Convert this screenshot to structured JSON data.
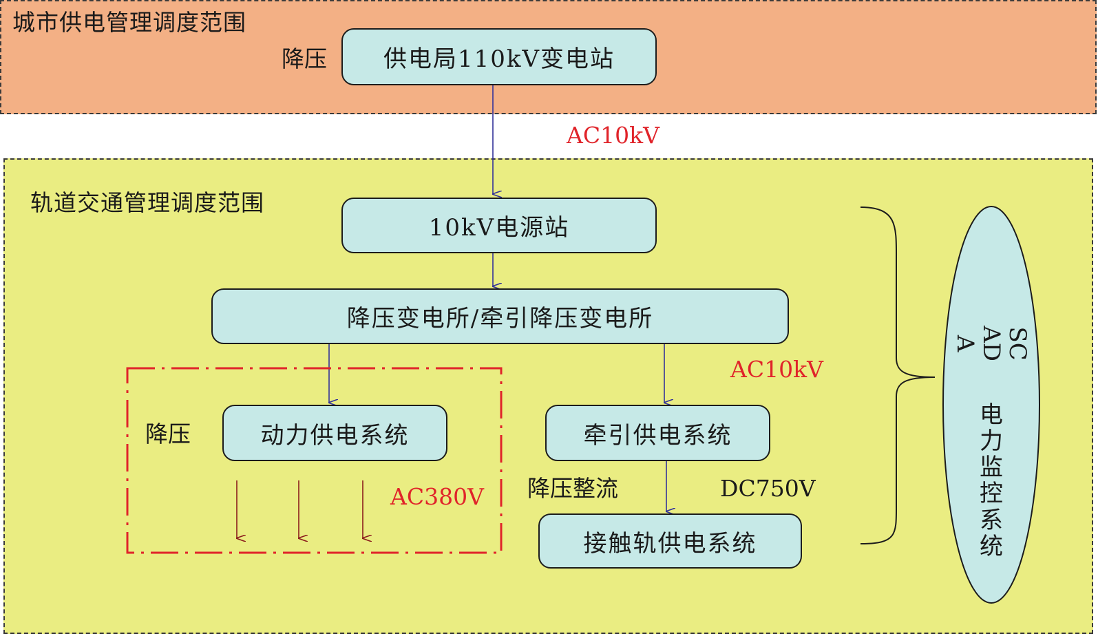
{
  "zones": {
    "city_title": "城市供电管理调度范围",
    "rail_title": "轨道交通管理调度范围"
  },
  "nodes": {
    "substation_110kv": "供电局110kV变电站",
    "power_station_10kv": "10kV电源站",
    "step_down_substation": "降压变电所/牵引降压变电所",
    "power_supply_system": "动力供电系统",
    "traction_supply_system": "牵引供电系统",
    "contact_rail_system": "接触轨供电系统"
  },
  "labels": {
    "step_down_top": "降压",
    "step_down_left": "降压",
    "step_down_rectify": "降压整流",
    "ac10kv_top": "AC10kV",
    "ac10kv_right": "AC10kV",
    "ac380v": "AC380V",
    "dc750v": "DC750V"
  },
  "scada": {
    "latin": "SCADA",
    "chinese": "电力监控系统"
  },
  "colors": {
    "city_zone": "#f3b085",
    "rail_zone": "#eaed82",
    "node_fill": "#c6e9e7",
    "arrow_blue": "#33339a",
    "arrow_red": "#8b1c1c",
    "dash_red": "#e0242a"
  }
}
